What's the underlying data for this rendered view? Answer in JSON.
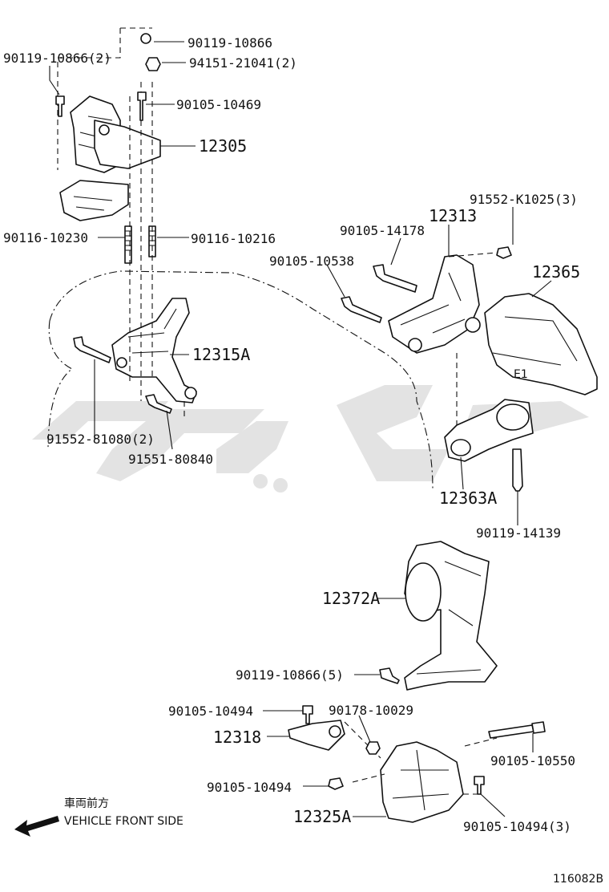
{
  "figure_number": "116082B",
  "direction_note": {
    "jp": "車両前方",
    "en": "VEHICLE FRONT SIDE"
  },
  "part_labels": {
    "p01": "90119-10866",
    "p02": "90119-10866(2)",
    "p03": "94151-21041(2)",
    "p04": "90105-10469",
    "p05": "12305",
    "p06": "90116-10230",
    "p07": "90116-10216",
    "p08": "12315A",
    "p09": "91552-81080(2)",
    "p10": "91551-80840",
    "p11": "91552-K1025(3)",
    "p12": "12313",
    "p13": "90105-14178",
    "p14": "90105-10538",
    "p15": "12365",
    "p16": "12363A",
    "p17": "90119-14139",
    "p18": "12372A",
    "p19": "90119-10866(5)",
    "p20": "90105-10494",
    "p21": "90178-10029",
    "p22": "12318",
    "p23": "90105-10550",
    "p24": "90105-10494",
    "p25": "12325A",
    "p26": "90105-10494(3)"
  },
  "stamp_text": "E1",
  "watermark": "دیاگ"
}
